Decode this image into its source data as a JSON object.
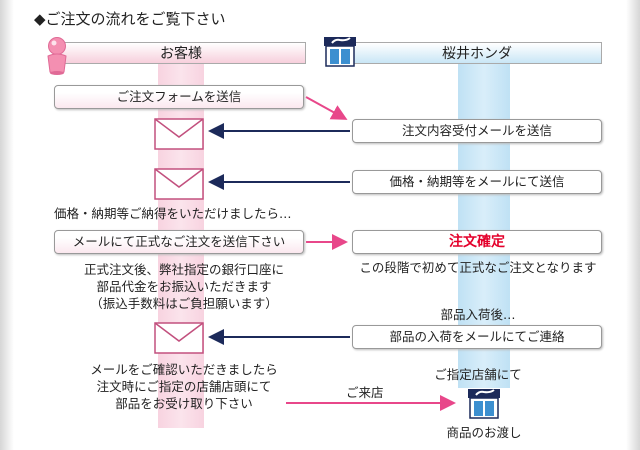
{
  "heading": "◆ご注文の流れをご覧下さい",
  "lanes": {
    "customer": "お客様",
    "shop": "桜井ホンダ"
  },
  "steps": {
    "send_form": "ご注文フォームを送信",
    "order_ack": "注文内容受付メールを送信",
    "price_mail": "価格・納期等をメールにて送信",
    "agree_note": "価格・納期等ご納得をいただけましたら…",
    "formal_order": "メールにて正式なご注文を送信下さい",
    "order_confirmed": "注文確定",
    "confirmed_note": "この段階で初めて正式なご注文となります",
    "transfer_note": [
      "正式注文後、弊社指定の銀行口座に",
      "部品代金をお振込いただきます",
      "（振込手数料はご負担願います）"
    ],
    "arrival_note": "部品入荷後…",
    "arrival_mail": "部品の入荷をメールにてご連絡",
    "pickup_note": [
      "メールをご確認いただきましたら",
      "注文時にご指定の店舗店頭にて",
      "部品をお受け取り下さい"
    ],
    "store_label": "ご指定店舗にて",
    "visit_label": "ご来店",
    "handover": "商品のお渡し"
  },
  "colors": {
    "pink_arrow": "#e8478a",
    "navy_arrow": "#1c2a5a",
    "confirm_red": "#e4002b"
  }
}
